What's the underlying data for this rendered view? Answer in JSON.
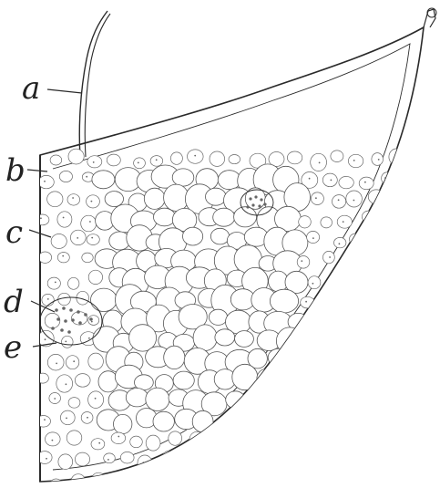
{
  "figure": {
    "labels": [
      {
        "id": "a",
        "text": "a"
      },
      {
        "id": "b",
        "text": "b"
      },
      {
        "id": "c",
        "text": "c"
      },
      {
        "id": "d",
        "text": "d"
      },
      {
        "id": "e",
        "text": "e"
      }
    ]
  }
}
